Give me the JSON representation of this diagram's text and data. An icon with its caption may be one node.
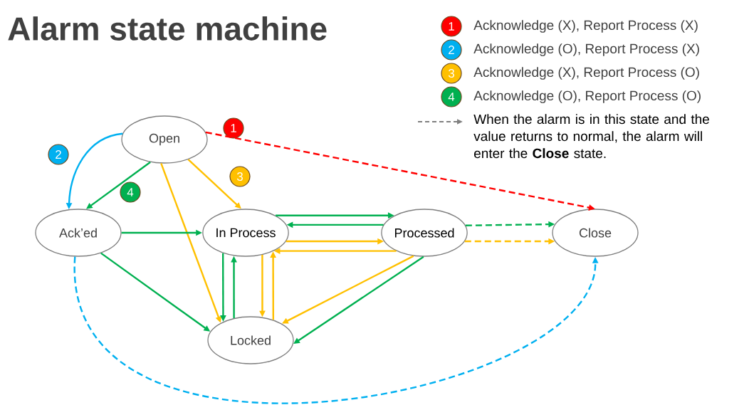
{
  "diagram": {
    "title": "Alarm state machine",
    "nodes": [
      {
        "text": [
          "Open"
        ]
      },
      {
        "text": [
          "Ack’ed"
        ]
      },
      {
        "text": [
          "In Process"
        ]
      },
      {
        "text": [
          "Processed"
        ]
      },
      {
        "text": [
          "Close"
        ]
      },
      {
        "text": [
          "Locked"
        ]
      },
      {
        "text": [
          "1"
        ]
      },
      {
        "text": [
          "2"
        ]
      },
      {
        "text": [
          "3"
        ]
      },
      {
        "text": [
          "4"
        ]
      }
    ],
    "edges": [
      {
        "from": 0,
        "to": 4,
        "arrow": "to",
        "style": "dashed",
        "color": "#ff0000"
      },
      {
        "from": 0,
        "to": 1,
        "arrow": "to",
        "color": "#00b0f0"
      },
      {
        "from": 0,
        "to": 1,
        "arrow": "to",
        "color": "#00b050"
      },
      {
        "from": 0,
        "to": 2,
        "arrow": "to",
        "color": "#ffc000"
      },
      {
        "from": 0,
        "to": 5,
        "arrow": "to",
        "color": "#ffc000"
      },
      {
        "from": 1,
        "to": 2,
        "arrow": "to",
        "color": "#00b050"
      },
      {
        "from": 1,
        "to": 5,
        "arrow": "to",
        "color": "#00b050"
      },
      {
        "from": 2,
        "to": 3,
        "arrow": "to",
        "color": "#00b050"
      },
      {
        "from": 3,
        "to": 2,
        "arrow": "to",
        "color": "#00b050"
      },
      {
        "from": 2,
        "to": 3,
        "arrow": "to",
        "color": "#ffc000"
      },
      {
        "from": 3,
        "to": 2,
        "arrow": "to",
        "color": "#ffc000"
      },
      {
        "from": 2,
        "to": 5,
        "arrow": "to",
        "color": "#00b050"
      },
      {
        "from": 5,
        "to": 2,
        "arrow": "to",
        "color": "#00b050"
      },
      {
        "from": 2,
        "to": 5,
        "arrow": "to",
        "color": "#ffc000"
      },
      {
        "from": 5,
        "to": 2,
        "arrow": "to",
        "color": "#ffc000"
      },
      {
        "from": 3,
        "to": 5,
        "arrow": "to",
        "color": "#ffc000"
      },
      {
        "from": 3,
        "to": 5,
        "arrow": "to",
        "color": "#00b050"
      },
      {
        "from": 3,
        "to": 4,
        "arrow": "to",
        "style": "dashed",
        "color": "#00b050"
      },
      {
        "from": 3,
        "to": 4,
        "arrow": "to",
        "style": "dashed",
        "color": "#ffc000"
      },
      {
        "from": 1,
        "to": 4,
        "arrow": "to",
        "style": "dashed",
        "color": "#00b0f0"
      }
    ],
    "labels": [
      "1",
      "2",
      "3",
      "4"
    ],
    "legend": [
      {
        "text": "Acknowledge (X), Report Process (X)",
        "color": "#ff0000"
      },
      {
        "text": "Acknowledge (O), Report Process (X)",
        "color": "#00b0f0"
      },
      {
        "text": "Acknowledge (X), Report Process (O)",
        "color": "#ffc000"
      },
      {
        "text": "Acknowledge (O), Report Process (O)",
        "color": "#00b050"
      },
      {
        "text": "When the alarm is in this state and the value returns to normal, the alarm will enter the **Close** state."
      }
    ]
  }
}
